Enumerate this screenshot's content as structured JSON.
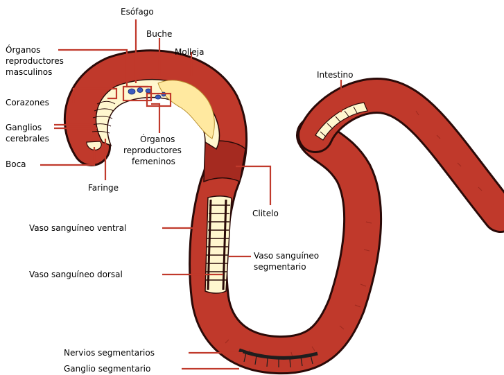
{
  "colors": {
    "worm_body": "#c0392b",
    "worm_outline": "#2a0a08",
    "interior": "#fff7cf",
    "leader_line": "#c0392b",
    "nerve_cord": "#1e1e1e",
    "organ_blue": "#3b5bbf"
  },
  "labels": {
    "esofago": "Esófago",
    "buche": "Buche",
    "molleja": "Molleja",
    "org_masc_1": "Órganos",
    "org_masc_2": "reproductores",
    "org_masc_3": "masculinos",
    "corazones": "Corazones",
    "ganglios_1": "Ganglios",
    "ganglios_2": "cerebrales",
    "boca": "Boca",
    "faringe": "Faringe",
    "org_fem_1": "Órganos",
    "org_fem_2": "reproductores",
    "org_fem_3": "femeninos",
    "intestino": "Intestino",
    "clitelo": "Clitelo",
    "vaso_ventral": "Vaso sanguíneo ventral",
    "vaso_seg_1": "Vaso sanguíneo",
    "vaso_seg_2": "segmentario",
    "vaso_dorsal": "Vaso sanguíneo dorsal",
    "nervios": "Nervios segmentarios",
    "ganglio_seg": "Ganglio segmentario"
  }
}
